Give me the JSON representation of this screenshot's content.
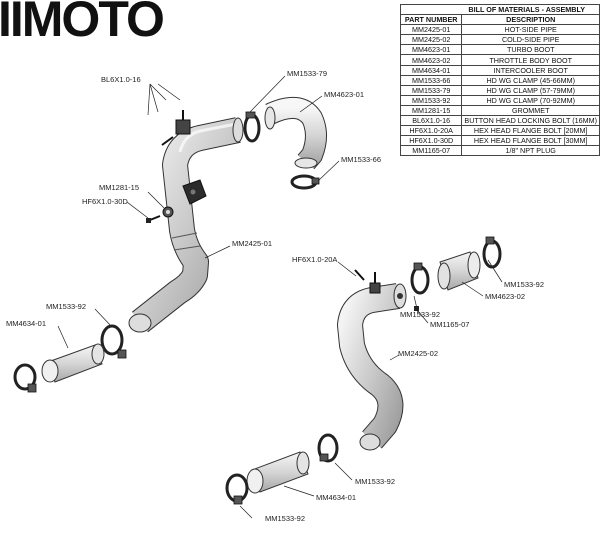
{
  "brand": {
    "logo_text": "IIMOTO"
  },
  "bom": {
    "title": "BILL OF MATERIALS - ASSEMBLY",
    "headers": [
      "PART NUMBER",
      "DESCRIPTION"
    ],
    "rows": [
      [
        "MM2425-01",
        "HOT-SIDE PIPE"
      ],
      [
        "MM2425-02",
        "COLD-SIDE PIPE"
      ],
      [
        "MM4623-01",
        "TURBO BOOT"
      ],
      [
        "MM4623-02",
        "THROTTLE BODY BOOT"
      ],
      [
        "MM4634-01",
        "INTERCOOLER BOOT"
      ],
      [
        "MM1533-66",
        "HD WG CLAMP (45-66MM)"
      ],
      [
        "MM1533-79",
        "HD WG CLAMP (57-79MM)"
      ],
      [
        "MM1533-92",
        "HD WG CLAMP (70-92MM)"
      ],
      [
        "MM1281-15",
        "GROMMET"
      ],
      [
        "BL6X1.0-16",
        "BUTTON HEAD LOCKING BOLT (16MM)"
      ],
      [
        "HF6X1.0-20A",
        "HEX HEAD FLANGE BOLT [20MM]"
      ],
      [
        "HF6X1.0-30D",
        "HEX HEAD FLANGE BOLT [30MM]"
      ],
      [
        "MM1165-07",
        "1/8\" NPT PLUG"
      ]
    ]
  },
  "callouts": {
    "bl6x1_16": "BL6X1.0-16",
    "mm1533_79": "MM1533-79",
    "mm4623_01": "MM4623-01",
    "mm1533_66": "MM1533-66",
    "mm1281_15": "MM1281-15",
    "hf6x1_30d": "HF6X1.0-30D",
    "mm2425_01": "MM2425-01",
    "hf6x1_20a": "HF6X1.0-20A",
    "mm1533_92_a": "MM1533-92",
    "mm4623_02": "MM4623-02",
    "mm1533_92_b": "MM1533-92",
    "mm1533_92_c": "MM1533-92",
    "mm1165_07": "MM1165-07",
    "mm4634_01_a": "MM4634-01",
    "mm2425_02": "MM2425-02",
    "mm1533_92_d": "MM1533-92",
    "mm4634_01_b": "MM4634-01",
    "mm1533_92_e": "MM1533-92"
  }
}
